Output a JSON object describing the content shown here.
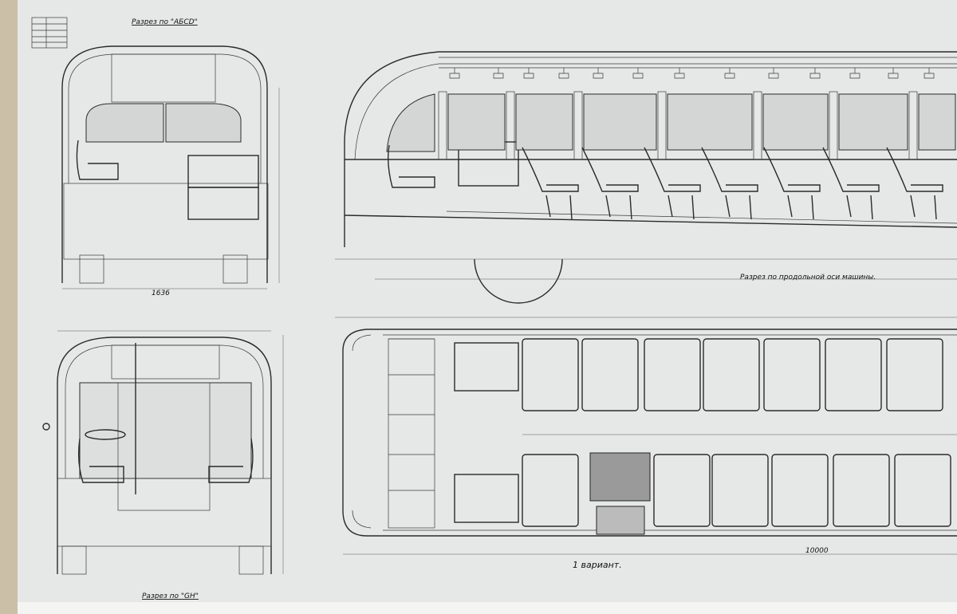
{
  "titles": {
    "front_section": "Разрез по \"АБСD\"",
    "rear_section": "Разрез по \"GH\"",
    "longitudinal_section": "Разрез по продольной оси машины.",
    "plan_variant": "1 вариант."
  },
  "dimensions": {
    "overall_length": "10000",
    "front_width": "1636"
  },
  "colors": {
    "paper": "#e6e8e7",
    "ink": "#2a2a2a",
    "edge": "#cbbfa8"
  }
}
